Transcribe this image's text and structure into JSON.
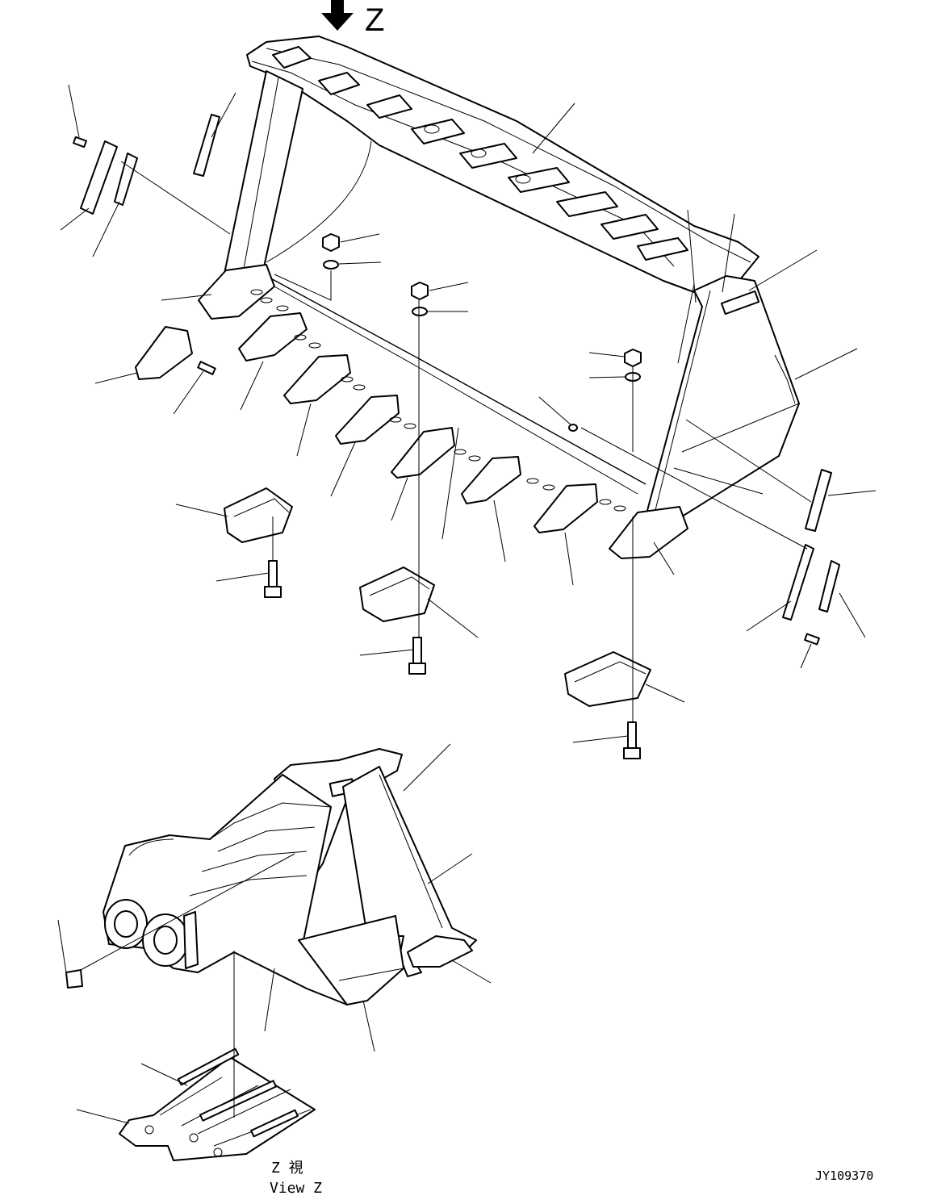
{
  "view_marker": {
    "letter": "Z"
  },
  "view_caption": {
    "line1": "Z  視",
    "line2": "View Z"
  },
  "drawing_code": "JY109370"
}
